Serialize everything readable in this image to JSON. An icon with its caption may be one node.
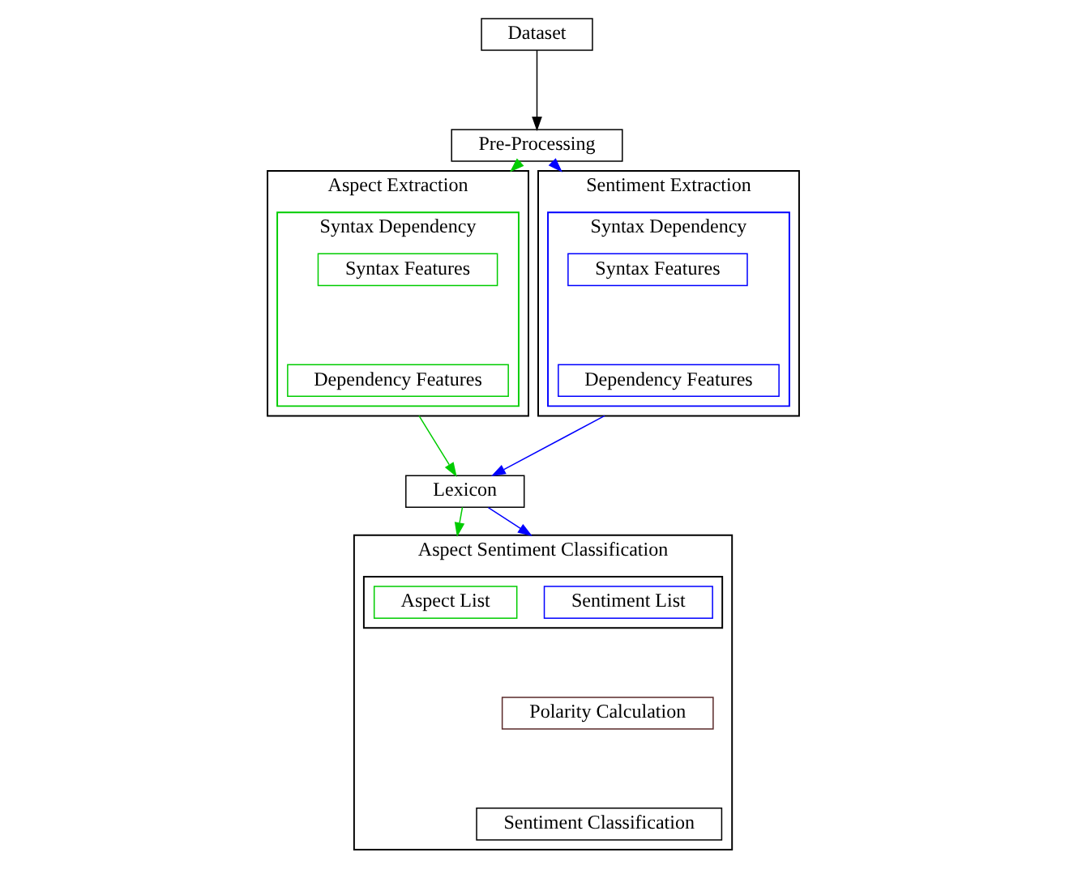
{
  "diagram": {
    "nodes": [
      {
        "text": [
          "Dataset"
        ]
      },
      {
        "text": [
          "Pre-Processing"
        ]
      },
      {
        "text": [
          "Aspect Extraction"
        ]
      },
      {
        "text": [
          "Syntax Dependency"
        ],
        "in": 2
      },
      {
        "text": [
          "Syntax Features"
        ],
        "in": 3
      },
      {
        "text": [
          "Dependency Features"
        ],
        "in": 3
      },
      {
        "text": [
          "Sentiment Extraction"
        ]
      },
      {
        "text": [
          "Syntax Dependency"
        ],
        "in": 6
      },
      {
        "text": [
          "Syntax Features"
        ],
        "in": 7
      },
      {
        "text": [
          "Dependency Features"
        ],
        "in": 7
      },
      {
        "text": [
          "Lexicon"
        ]
      },
      {
        "text": [
          "Aspect Sentiment Classification"
        ]
      },
      {
        "text": [],
        "shape": "box",
        "in": 11
      },
      {
        "text": [
          "Aspect List"
        ],
        "in": 12
      },
      {
        "text": [
          "Sentiment List"
        ],
        "in": 12
      },
      {
        "text": [
          "Polarity Calculation"
        ],
        "in": 11
      },
      {
        "text": [
          "Sentiment Classification"
        ],
        "in": 11
      }
    ],
    "edges": [
      {
        "from": 0,
        "to": 1,
        "arrow": "to",
        "color": "#000000"
      },
      {
        "from": 1,
        "to": 2,
        "arrow": "to",
        "color": "#00cc00"
      },
      {
        "from": 1,
        "to": 6,
        "arrow": "to",
        "color": "#0000ff"
      },
      {
        "from": 2,
        "to": 10,
        "arrow": "to",
        "color": "#00cc00"
      },
      {
        "from": 6,
        "to": 10,
        "arrow": "to",
        "color": "#0000ff"
      },
      {
        "from": 10,
        "to": 11,
        "arrow": "to",
        "color": "#00cc00"
      },
      {
        "from": 10,
        "to": 11,
        "arrow": "to",
        "color": "#0000ff"
      }
    ]
  }
}
